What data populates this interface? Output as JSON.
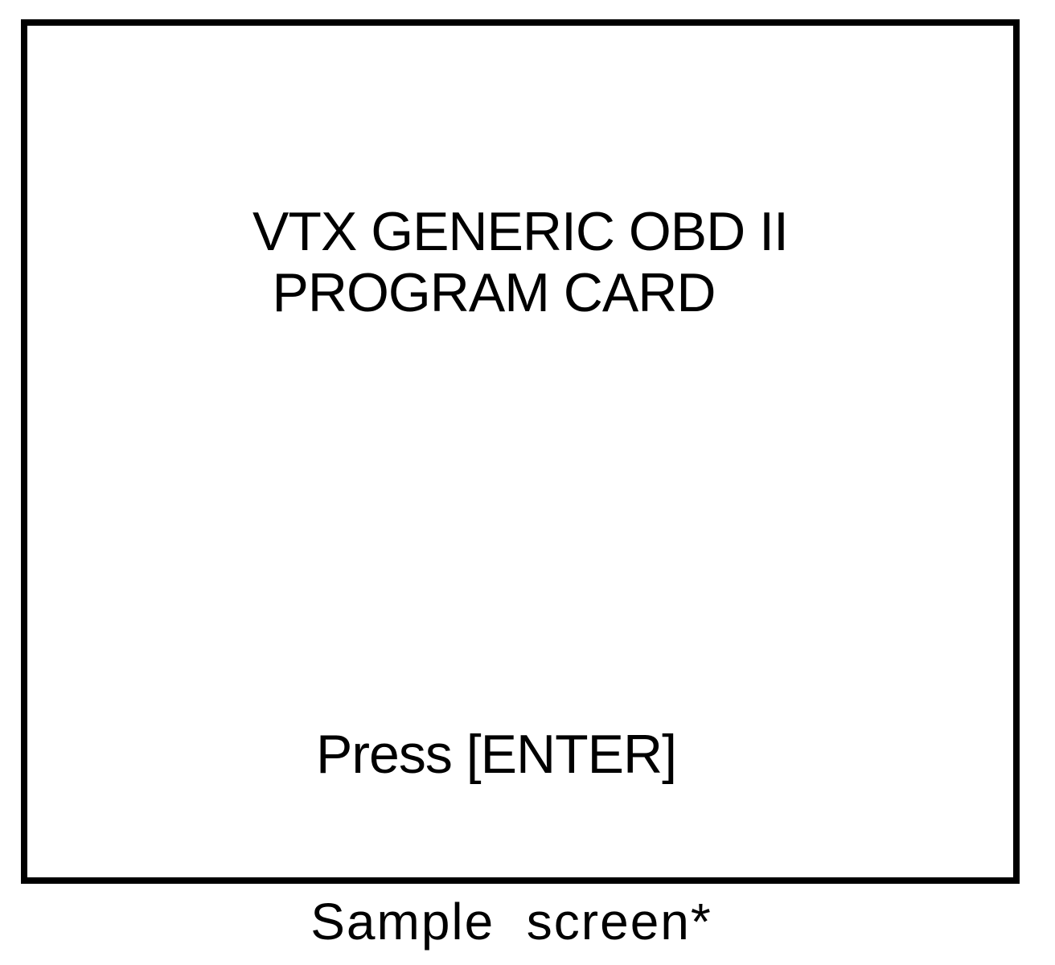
{
  "screen": {
    "title_line_1": "VTX GENERIC OBD II",
    "title_line_2": "PROGRAM CARD",
    "prompt": "Press [ENTER]"
  },
  "caption": "Sample  screen*",
  "colors": {
    "border": "#000000",
    "background": "#ffffff",
    "text": "#000000"
  }
}
